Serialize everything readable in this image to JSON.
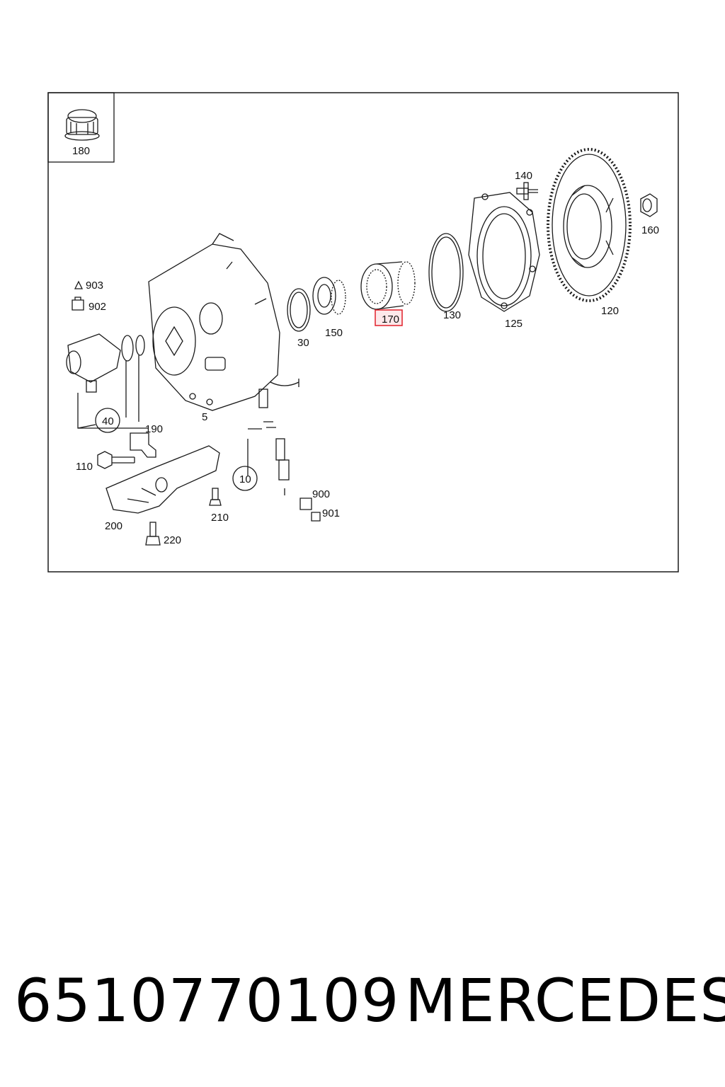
{
  "labels": {
    "p180": "180",
    "p140": "140",
    "p160": "160",
    "p903": "903",
    "p902": "902",
    "p30": "30",
    "p150": "150",
    "p170": "170",
    "p130": "130",
    "p125": "125",
    "p120": "120",
    "p5": "5",
    "p40": "40",
    "p190": "190",
    "p110": "110",
    "p10": "10",
    "p900": "900",
    "p901": "901",
    "p200": "200",
    "p210": "210",
    "p220": "220"
  },
  "highlight": {
    "part": "170",
    "color": "#e0202a"
  },
  "caption": {
    "part_number": "6510770109",
    "brand": "MERCEDES"
  }
}
